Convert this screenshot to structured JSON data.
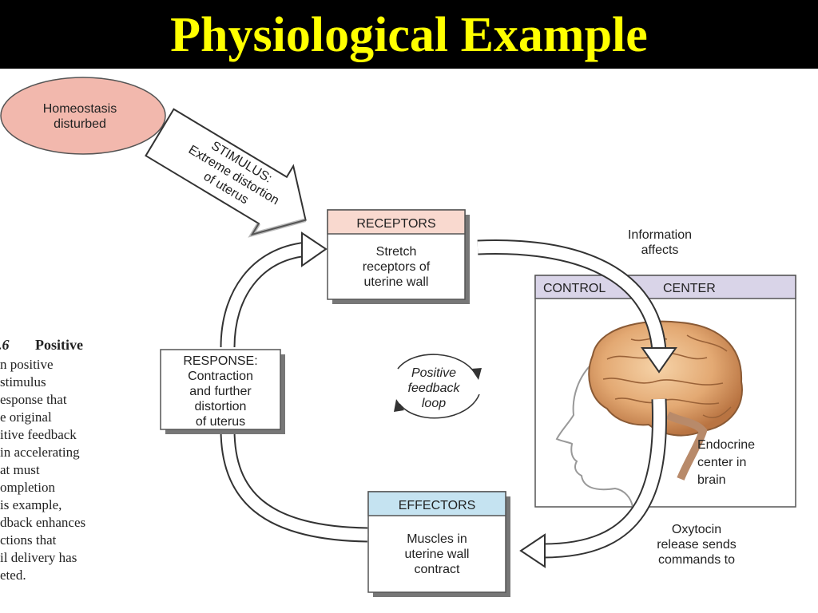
{
  "title": "Physiological Example",
  "nodes": {
    "homeostasis": [
      "Homeostasis",
      "disturbed"
    ],
    "stimulus": [
      "STIMULUS:",
      "Extreme distortion",
      "of uterus"
    ],
    "receptors": {
      "title": "RECEPTORS",
      "lines": [
        "Stretch",
        "receptors of",
        "uterine wall"
      ]
    },
    "information": [
      "Information",
      "affects"
    ],
    "control_center": {
      "title_left": "CONTROL",
      "title_right": "CENTER"
    },
    "endocrine": [
      "Endocrine",
      "center in",
      "brain"
    ],
    "oxytocin": [
      "Oxytocin",
      "release sends",
      "commands to"
    ],
    "effectors": {
      "title": "EFFECTORS",
      "lines": [
        "Muscles in",
        "uterine wall",
        "contract"
      ]
    },
    "response": [
      "RESPONSE:",
      "Contraction",
      "and further",
      "distortion",
      "of uterus"
    ],
    "loop": [
      "Positive",
      "feedback",
      "loop"
    ]
  },
  "caption": {
    "heading_num": ".6",
    "heading": "Positive",
    "lines": [
      "n positive",
      "stimulus",
      "esponse that",
      "e original",
      "itive feedback",
      "in accelerating",
      "at must",
      "ompletion",
      "is example,",
      "dback enhances",
      "ctions that",
      "il delivery has",
      "eted."
    ]
  },
  "colors": {
    "title": "#ffff00",
    "homeostasis_fill": "#f2b8ad",
    "receptors_header": "#f9d9cf",
    "control_header": "#d9d4e8",
    "effectors_header": "#c5e3f1"
  }
}
